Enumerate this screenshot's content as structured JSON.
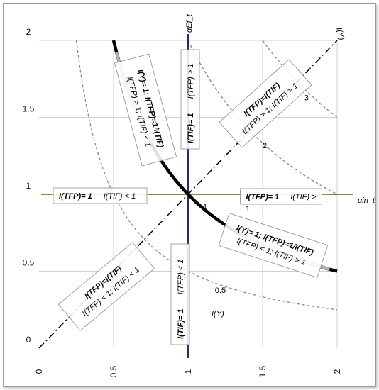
{
  "chart_data": {
    "type": "line",
    "xlim": [
      0,
      2
    ],
    "ylim": [
      0,
      2
    ],
    "x_ticks": [
      "0",
      "0.5",
      "1",
      "1.5",
      "2"
    ],
    "y_ticks": [
      "0",
      "0.5",
      "1",
      "1.5",
      "2"
    ],
    "x_axis_label": "αin_t",
    "y_axis_label": "αEf_t",
    "diagonal_label": "I(Y)",
    "grid": true,
    "curve_xy_one": {
      "x_from": 0.5,
      "x_to": 2
    },
    "isoquants": [
      {
        "k": 0.5,
        "label": "0.5"
      },
      {
        "k": 1,
        "label": "1"
      },
      {
        "k": 2,
        "label": "2"
      },
      {
        "k": 3,
        "label": "3"
      }
    ],
    "isoquant_extra_label": "I(Y)",
    "highlight_segments": [
      {
        "x_from": 0.52,
        "x_to": 0.75
      },
      {
        "x_from": 1.35,
        "x_to": 1.95
      }
    ],
    "annotations": [
      {
        "id": "top-left",
        "bold": "I(Y)= 1;  I(TFP)=1/I(TIF)",
        "italic": "I(TFP) > 1; I(TIF) < 1",
        "angle": 75
      },
      {
        "id": "top-vertical",
        "bold": "I(TIF)= 1",
        "italic": "I(TFP) > 1",
        "angle": -90
      },
      {
        "id": "top-right",
        "bold": "I(TFP)=I(TIF)",
        "italic": "I(TFP) > 1; I(TIF) > 1",
        "angle": -42
      },
      {
        "id": "left-horizontal",
        "bold": "I(TFP)= 1",
        "italic": "I(TIF) < 1",
        "angle": 0
      },
      {
        "id": "right-horizontal",
        "bold": "I(TFP)= 1",
        "italic": "I(TIF) >",
        "angle": 0,
        "extra": "1"
      },
      {
        "id": "bottom-right",
        "bold": "I(Y)= 1;  I(TFP)=1/I(TIF)",
        "italic": "I(TFP) < 1; I(TIF) > 1",
        "angle": 18
      },
      {
        "id": "bottom-left",
        "bold": "I(TFP)=I(TIF)",
        "italic": "I(TFP) < 1; I(TIF) < 1",
        "angle": -40
      },
      {
        "id": "bottom-vertical",
        "bold": "I(TIF)= 1",
        "italic": "I(TFP) < 1",
        "angle": -90
      }
    ],
    "colors": {
      "curve": "#000000",
      "highlight": "#b0b0b0",
      "isoquant": "#888888",
      "grid": "#d0d0d0",
      "horizontal_axis": "#5a6a00",
      "vertical_axis": "#0a1a55"
    }
  }
}
